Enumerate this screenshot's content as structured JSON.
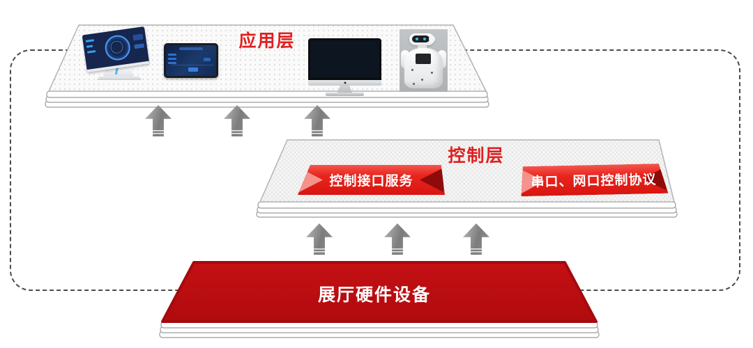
{
  "diagram": {
    "layers": {
      "application": {
        "label": "应用层"
      },
      "control": {
        "label": "控制层",
        "banners": [
          {
            "label": "控制接口服务"
          },
          {
            "label": "串口、网口控制协议"
          }
        ]
      },
      "hardware": {
        "label": "展厅硬件设备"
      }
    },
    "devices": [
      {
        "name": "touchscreen-kiosk"
      },
      {
        "name": "tablet"
      },
      {
        "name": "dashboard-monitor"
      },
      {
        "name": "service-robot"
      }
    ],
    "colors": {
      "accent_red": "#e01f1f",
      "banner_red": "#e8251d",
      "banner_light_fold": "#f5928c",
      "banner_dark_fold": "#8f0b0b",
      "hardware_slab_red": "#bd0d11",
      "arrow_gray": "#8a8a8a",
      "platform_fill": "#f8f8f8",
      "platform_stroke": "#b3b3b3",
      "dashed_border": "#4a4a4a"
    }
  }
}
